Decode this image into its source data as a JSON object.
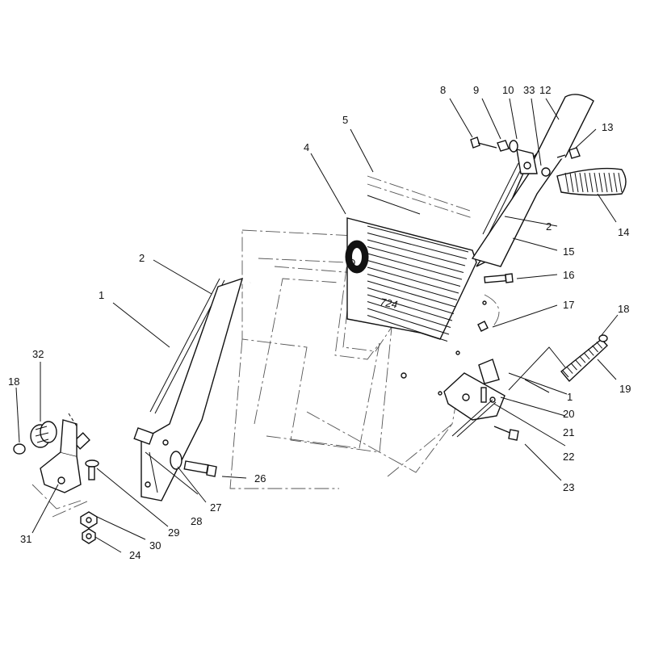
{
  "callouts": [
    {
      "id": "c1a",
      "label": "1"
    },
    {
      "id": "c1b",
      "label": "1"
    },
    {
      "id": "c2a",
      "label": "2"
    },
    {
      "id": "c2b",
      "label": "2"
    },
    {
      "id": "c4",
      "label": "4"
    },
    {
      "id": "c5",
      "label": "5"
    },
    {
      "id": "c8",
      "label": "8"
    },
    {
      "id": "c9",
      "label": "9"
    },
    {
      "id": "c10",
      "label": "10"
    },
    {
      "id": "c33",
      "label": "33"
    },
    {
      "id": "c12",
      "label": "12"
    },
    {
      "id": "c13",
      "label": "13"
    },
    {
      "id": "c14",
      "label": "14"
    },
    {
      "id": "c15",
      "label": "15"
    },
    {
      "id": "c16",
      "label": "16"
    },
    {
      "id": "c17",
      "label": "17"
    },
    {
      "id": "c18a",
      "label": "18"
    },
    {
      "id": "c18b",
      "label": "18"
    },
    {
      "id": "c19",
      "label": "19"
    },
    {
      "id": "c20",
      "label": "20"
    },
    {
      "id": "c21",
      "label": "21"
    },
    {
      "id": "c22",
      "label": "22"
    },
    {
      "id": "c23",
      "label": "23"
    },
    {
      "id": "c24",
      "label": "24"
    },
    {
      "id": "c26",
      "label": "26"
    },
    {
      "id": "c27",
      "label": "27"
    },
    {
      "id": "c28",
      "label": "28"
    },
    {
      "id": "c29",
      "label": "29"
    },
    {
      "id": "c30",
      "label": "30"
    },
    {
      "id": "c31",
      "label": "31"
    },
    {
      "id": "c32",
      "label": "32"
    }
  ],
  "panel_logo_text": "O",
  "panel_model_text": "724"
}
